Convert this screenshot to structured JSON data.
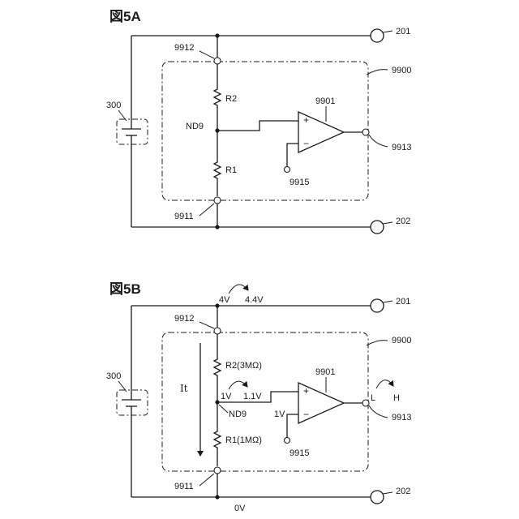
{
  "fig_a": {
    "title": "図5A",
    "labels": {
      "battery": "300",
      "node_top": "9912",
      "node_bottom": "9911",
      "box": "9900",
      "opamp": "9901",
      "output": "9913",
      "ref": "9915",
      "term_top": "201",
      "term_bottom": "202",
      "r2": "R2",
      "r1": "R1",
      "node_mid": "ND9",
      "plus": "+",
      "minus": "−"
    }
  },
  "fig_b": {
    "title": "図5B",
    "labels": {
      "battery": "300",
      "node_top": "9912",
      "node_bottom": "9911",
      "box": "9900",
      "opamp": "9901",
      "output": "9913",
      "ref": "9915",
      "term_top": "201",
      "term_bottom": "202",
      "r2": "R2(3MΩ)",
      "r1": "R1(1MΩ)",
      "node_mid": "ND9",
      "plus": "+",
      "minus": "−",
      "current": "It",
      "v_top_from": "4V",
      "v_top_to": "4.4V",
      "v_mid_from": "1V",
      "v_mid_to": "1.1V",
      "v_ref": "1V",
      "v_ground": "0V",
      "out_from": "L",
      "out_to": "H"
    }
  }
}
